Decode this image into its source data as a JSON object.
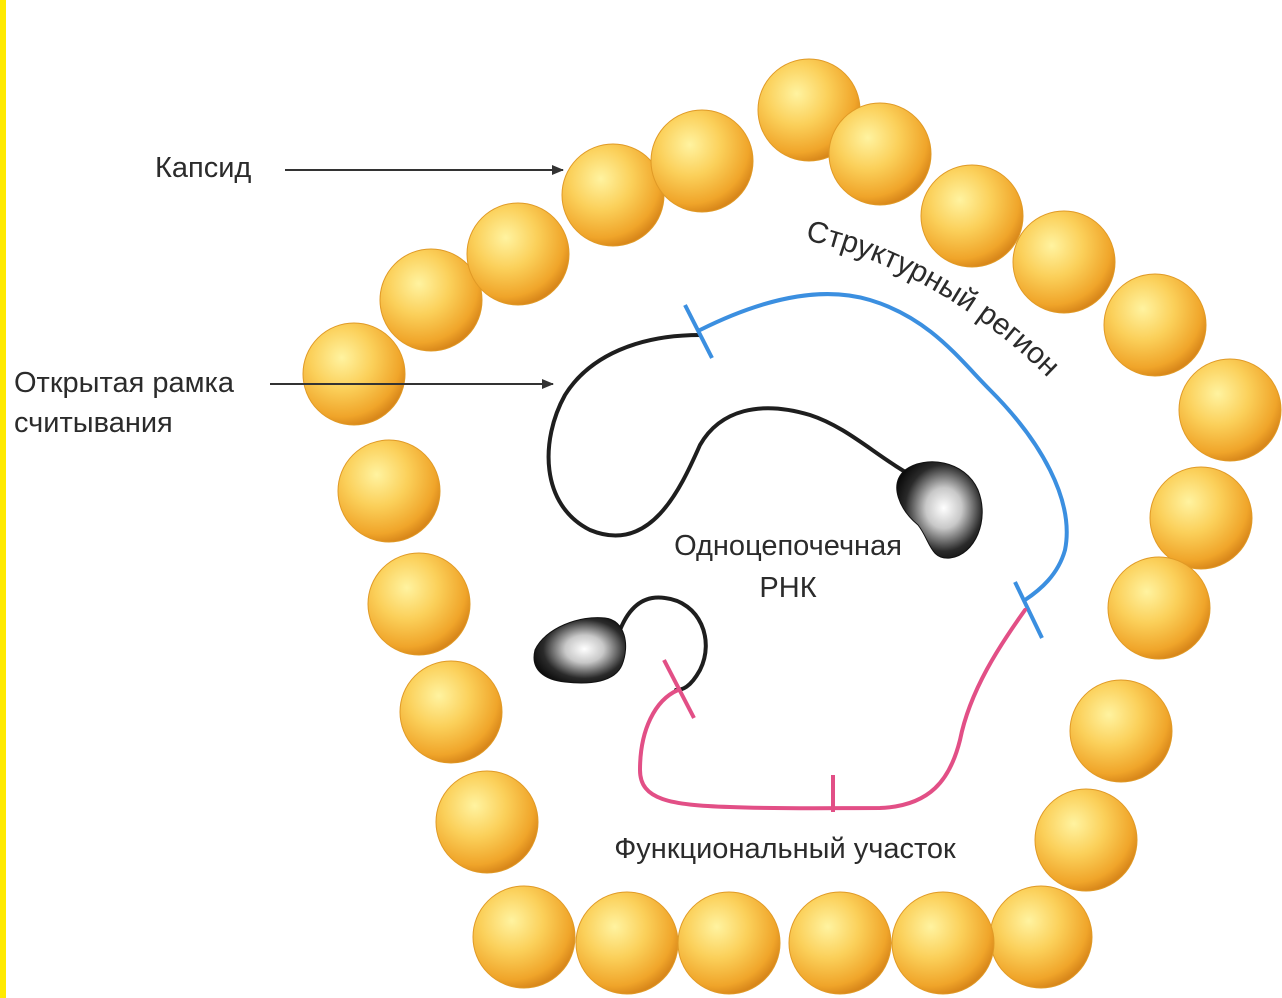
{
  "labels": {
    "capsid": "Капсид",
    "orf_line1": "Открытая рамка",
    "orf_line2": "считывания",
    "structural_region": "Структурный регион",
    "ssrna_line1": "Одноцепочечная",
    "ssrna_line2": "РНК",
    "functional_site": "Функциональный участок"
  },
  "colors": {
    "left_bar": "#ffea00",
    "bead": "#f6b93a",
    "rna_strand": "#1e1e1e",
    "structural_region": "#3b8fe0",
    "functional_site": "#e24f86"
  }
}
